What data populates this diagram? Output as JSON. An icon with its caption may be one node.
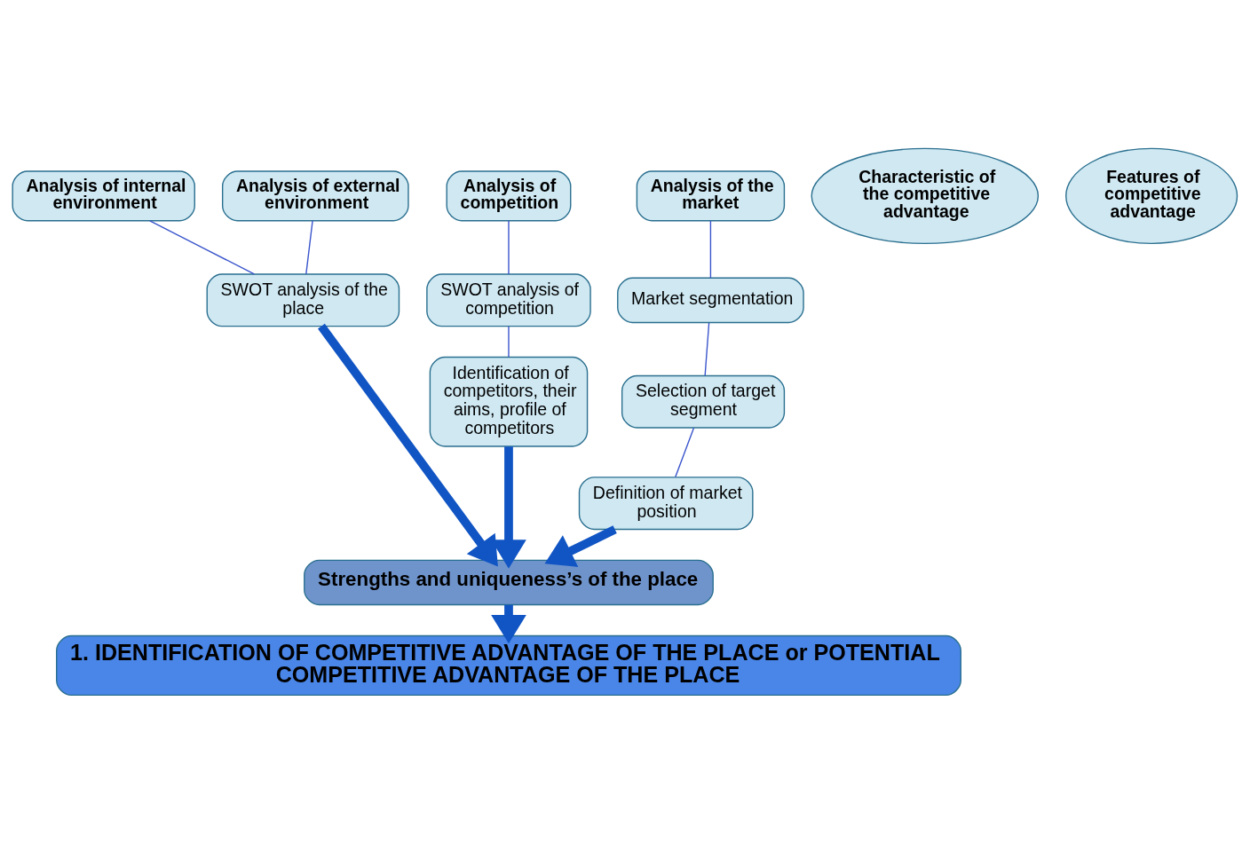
{
  "diagram": {
    "nodes": [
      {
        "text": [
          "Analysis of internal environment"
        ]
      },
      {
        "text": [
          "Analysis of external environment"
        ]
      },
      {
        "text": [
          "Analysis of competition"
        ]
      },
      {
        "text": [
          "Analysis of the market"
        ]
      },
      {
        "text": [
          "SWOT analysis of the place"
        ]
      },
      {
        "text": [
          "SWOT analysis of competition"
        ]
      },
      {
        "text": [
          "Market segmentation"
        ]
      },
      {
        "text": [
          "Identification of competitors, their aims, profile of competitors"
        ]
      },
      {
        "text": [
          "Selection of target segment"
        ]
      },
      {
        "text": [
          "Definition of market position"
        ]
      },
      {
        "text": [
          "Strengths and uniqueness’s of the place"
        ]
      },
      {
        "text": [
          "Characteristic of the competitive advantage"
        ]
      },
      {
        "text": [
          "Features of competitive advantage"
        ]
      },
      {
        "text": [
          "1. IDENTIFICATION OF COMPETITIVE ADVANTAGE OF THE PLACE or POTENTIAL COMPETITIVE ADVANTAGE OF THE PLACE"
        ]
      }
    ],
    "edges": [
      {
        "from": 0,
        "to": 4,
        "arrow": "none"
      },
      {
        "from": 1,
        "to": 4,
        "arrow": "none"
      },
      {
        "from": 2,
        "to": 5,
        "arrow": "none"
      },
      {
        "from": 5,
        "to": 7,
        "arrow": "none"
      },
      {
        "from": 3,
        "to": 6,
        "arrow": "none"
      },
      {
        "from": 6,
        "to": 8,
        "arrow": "none"
      },
      {
        "from": 8,
        "to": 9,
        "arrow": "none"
      },
      {
        "from": 4,
        "to": 10,
        "arrow": "to",
        "style": "thick",
        "color": "#1155c4"
      },
      {
        "from": 7,
        "to": 10,
        "arrow": "to",
        "style": "thick",
        "color": "#1155c4"
      },
      {
        "from": 9,
        "to": 10,
        "arrow": "to",
        "style": "thick",
        "color": "#1155c4"
      },
      {
        "from": 10,
        "to": 13,
        "arrow": "to",
        "style": "thick",
        "color": "#1155c4"
      }
    ]
  }
}
